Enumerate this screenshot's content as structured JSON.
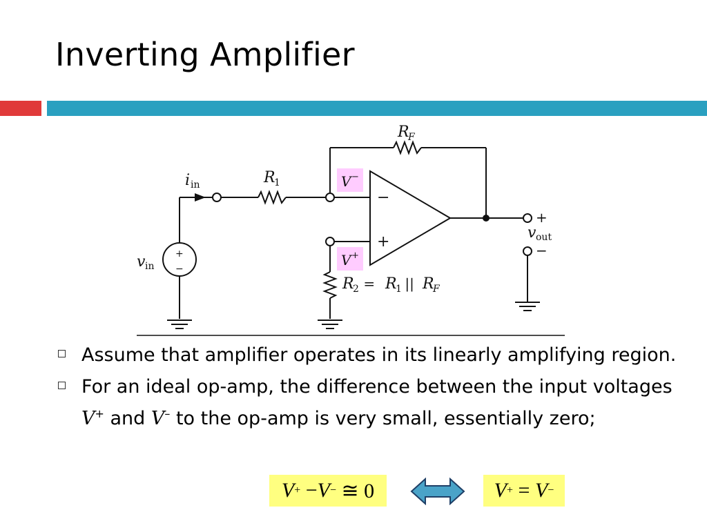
{
  "slide": {
    "title": "Inverting Amplifier"
  },
  "circuit": {
    "labels": {
      "rf": "R",
      "rf_sub": "F",
      "r1": "R",
      "r1_sub": "1",
      "iin": "i",
      "iin_sub": "in",
      "vin": "v",
      "vin_sub": "in",
      "vout": "v",
      "vout_sub": "out",
      "plus": "+",
      "minus": "−",
      "r2_eq_r": "R",
      "r2_eq_2": "2",
      "r2_eq_mid": " = ",
      "r2_eq_r1": "R",
      "r2_eq_1": "1",
      "r2_eq_par": " || ",
      "r2_eq_rf": "R",
      "r2_eq_f": "F",
      "vminus_tag": "V",
      "vminus_sup": "−",
      "vplus_tag": "V",
      "vplus_sup": "+"
    },
    "highlight_color": "#ffccff"
  },
  "bullets": {
    "b1": "Assume that amplifier operates in its linearly amplifying region.",
    "b2_a": "For an ideal op-amp, the difference between the input voltages ",
    "b2_v1": "V",
    "b2_v1_sup": "+",
    "b2_and": " and ",
    "b2_v2": "V",
    "b2_v2_sup": "–",
    "b2_b": " to the op-amp is very small, essentially zero;"
  },
  "equations": {
    "eq1_v1": "V",
    "eq1_sup1": "+",
    "eq1_op": " −",
    "eq1_v2": "V",
    "eq1_sup2": "−",
    "eq1_rel": " ≅ 0",
    "eq2_v1": "V",
    "eq2_sup1": "+",
    "eq2_op": " = ",
    "eq2_v2": "V",
    "eq2_sup2": "−"
  },
  "colors": {
    "red_bar": "#e03a3a",
    "blue_bar": "#2aa0c0",
    "equation_highlight": "#ffff80",
    "arrow_fill": "#4aa3c8"
  }
}
